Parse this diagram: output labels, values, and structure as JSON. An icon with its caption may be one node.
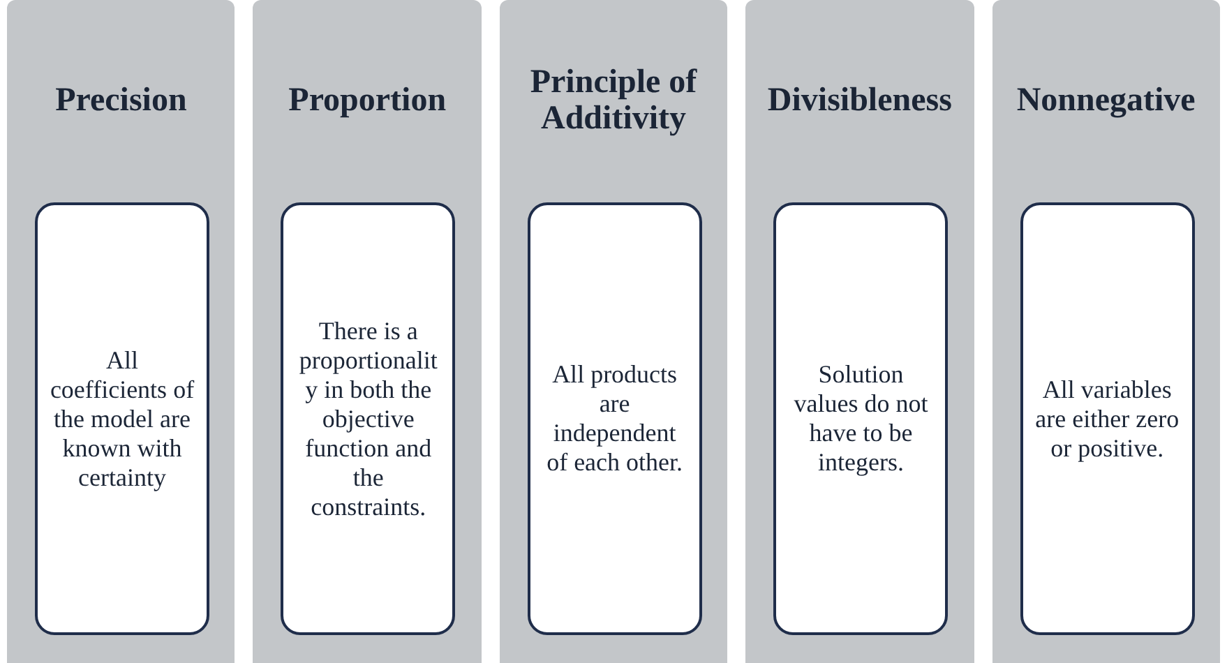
{
  "diagram": {
    "nodes": [
      {
        "text": [
          "Precision"
        ]
      },
      {
        "text": [
          "All coefficients of the model are known with certainty"
        ],
        "in": 0
      },
      {
        "text": [
          "Proportion"
        ]
      },
      {
        "text": [
          "There is a proportionality in both the objective function and the constraints."
        ],
        "in": 2
      },
      {
        "text": [
          "Principle of Additivity"
        ]
      },
      {
        "text": [
          "All products are independent of each other."
        ],
        "in": 4
      },
      {
        "text": [
          "Divisibleness"
        ]
      },
      {
        "text": [
          "Solution values do not have to be integers."
        ],
        "in": 6
      },
      {
        "text": [
          "Nonnegative"
        ]
      },
      {
        "text": [
          "All variables are either zero or positive."
        ],
        "in": 8
      }
    ]
  }
}
